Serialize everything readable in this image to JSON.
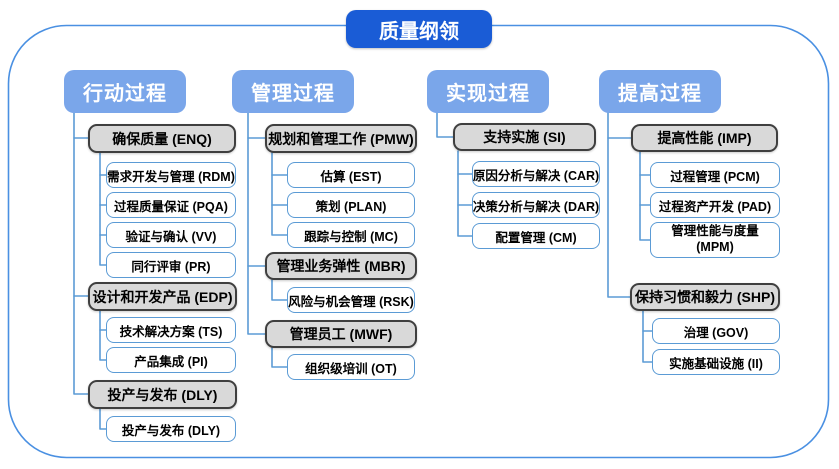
{
  "title": "质量纲领",
  "colors": {
    "title-bg": "#1a5cd6",
    "header-bg": "#7aa6ea",
    "connector": "#5b9bd5",
    "outer-border": "#4a90e2",
    "gray-fill": "#d9d9d9",
    "gray-border": "#3f3f3f",
    "white-border": "#5b9bd5"
  },
  "columns": [
    {
      "header": "行动过程",
      "groups": [
        {
          "label": "确保质量 (ENQ)",
          "children": [
            "需求开发与管理 (RDM)",
            "过程质量保证 (PQA)",
            "验证与确认 (VV)",
            "同行评审 (PR)"
          ]
        },
        {
          "label": "设计和开发产品 (EDP)",
          "children": [
            "技术解决方案 (TS)",
            "产品集成 (PI)"
          ]
        },
        {
          "label": "投产与发布 (DLY)",
          "children": [
            "投产与发布 (DLY)"
          ]
        }
      ]
    },
    {
      "header": "管理过程",
      "groups": [
        {
          "label": "规划和管理工作 (PMW)",
          "children": [
            "估算 (EST)",
            "策划 (PLAN)",
            "跟踪与控制 (MC)"
          ]
        },
        {
          "label": "管理业务弹性 (MBR)",
          "children": [
            "风险与机会管理 (RSK)"
          ]
        },
        {
          "label": "管理员工 (MWF)",
          "children": [
            "组织级培训 (OT)"
          ]
        }
      ]
    },
    {
      "header": "实现过程",
      "groups": [
        {
          "label": "支持实施 (SI)",
          "children": [
            "原因分析与解决 (CAR)",
            "决策分析与解决 (DAR)",
            "配置管理 (CM)"
          ]
        }
      ]
    },
    {
      "header": "提高过程",
      "groups": [
        {
          "label": "提高性能 (IMP)",
          "children": [
            "过程管理 (PCM)",
            "过程资产开发 (PAD)",
            "管理性能与度量 (MPM)"
          ]
        },
        {
          "label": "保持习惯和毅力 (SHP)",
          "children": [
            "治理 (GOV)",
            "实施基础设施 (II)"
          ]
        }
      ]
    }
  ]
}
